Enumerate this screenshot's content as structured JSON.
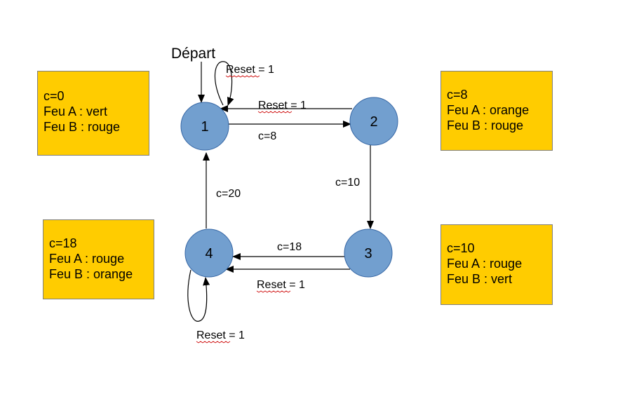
{
  "start_label": "Départ",
  "colors": {
    "node_fill": "#729FCF",
    "node_stroke": "#3465A4",
    "box_fill": "#FFCC00",
    "edge": "#000000",
    "squiggle": "#CC0000"
  },
  "nodes": [
    {
      "id": "1",
      "label": "1"
    },
    {
      "id": "2",
      "label": "2"
    },
    {
      "id": "3",
      "label": "3"
    },
    {
      "id": "4",
      "label": "4"
    }
  ],
  "edges": {
    "reset_self_1": "Reset = 1",
    "reset_2_1": "Reset = 1",
    "c8_1_2": "c=8",
    "c10_2_3": "c=10",
    "c18_3_4": "c=18",
    "reset_3_4": "Reset = 1",
    "c20_4_1": "c=20",
    "reset_self_4": "Reset = 1"
  },
  "state_boxes": {
    "state1": [
      "c=0",
      "Feu A : vert",
      "Feu B : rouge"
    ],
    "state2": [
      "c=8",
      "Feu A : orange",
      "Feu B : rouge"
    ],
    "state3": [
      "c=10",
      "Feu A : rouge",
      "Feu B : vert"
    ],
    "state4": [
      "c=18",
      "Feu A : rouge",
      "Feu B : orange"
    ]
  }
}
